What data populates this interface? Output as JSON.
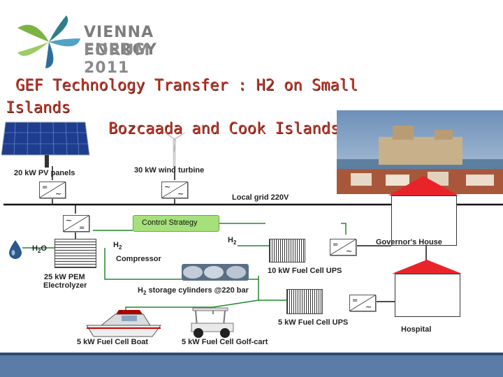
{
  "logo": {
    "line1": "VIENNA ENERGY",
    "line2": "FORUM 2011"
  },
  "title": {
    "line1": "GEF Technology Transfer : H2 on Small",
    "line2": "Islands",
    "line3": "Bozcaada and Cook Islands"
  },
  "labels": {
    "pv_panels": "20 kW PV panels",
    "wind_turbine": "30 kW wind turbine",
    "local_grid": "Local grid 220V",
    "control_strategy": "Control Strategy",
    "h2o_main": "H",
    "h2o_sub": "2",
    "h2o_tail": "O",
    "h2_main": "H",
    "h2_sub": "2",
    "h2_top_main": "H",
    "h2_top_sub": "2",
    "compressor": "Compressor",
    "electrolyzer_l1": "25 kW PEM",
    "electrolyzer_l2": "Electrolyzer",
    "storage_main": "H",
    "storage_sub": "2",
    "storage_tail": " storage cylinders @220 bar",
    "fuel_cell_ups_10": "10 kW Fuel Cell UPS",
    "fuel_cell_ups_5": "5 kW Fuel Cell UPS",
    "governors_house": "Governor's House",
    "hospital": "Hospital",
    "fuel_cell_boat": "5 kW Fuel Cell Boat",
    "fuel_cell_golf": "5 kW Fuel Cell Golf-cart"
  },
  "colors": {
    "title": "#c0392b",
    "grid_line": "#111111",
    "h2_line": "#1f8a2a",
    "control_box": "#a6e07a",
    "roof": "#e8242a",
    "footer": "#5a7ca6"
  }
}
